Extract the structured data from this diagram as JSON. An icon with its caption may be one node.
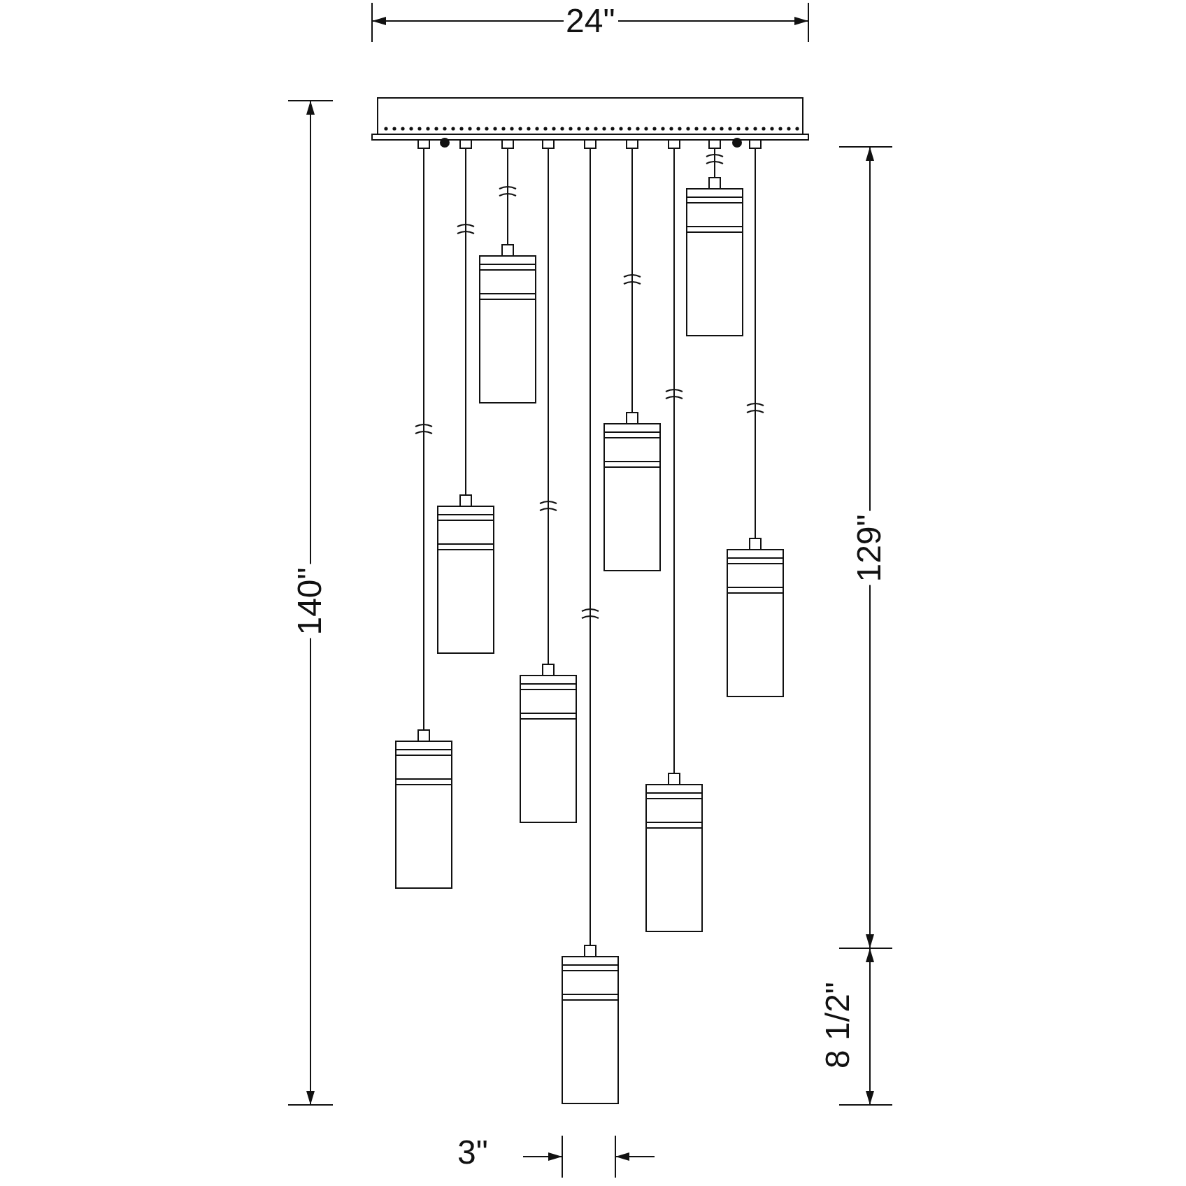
{
  "diagram": {
    "labels": [
      "24\"",
      "140\"",
      "129\"",
      "8 1/2\"",
      "3\""
    ]
  }
}
